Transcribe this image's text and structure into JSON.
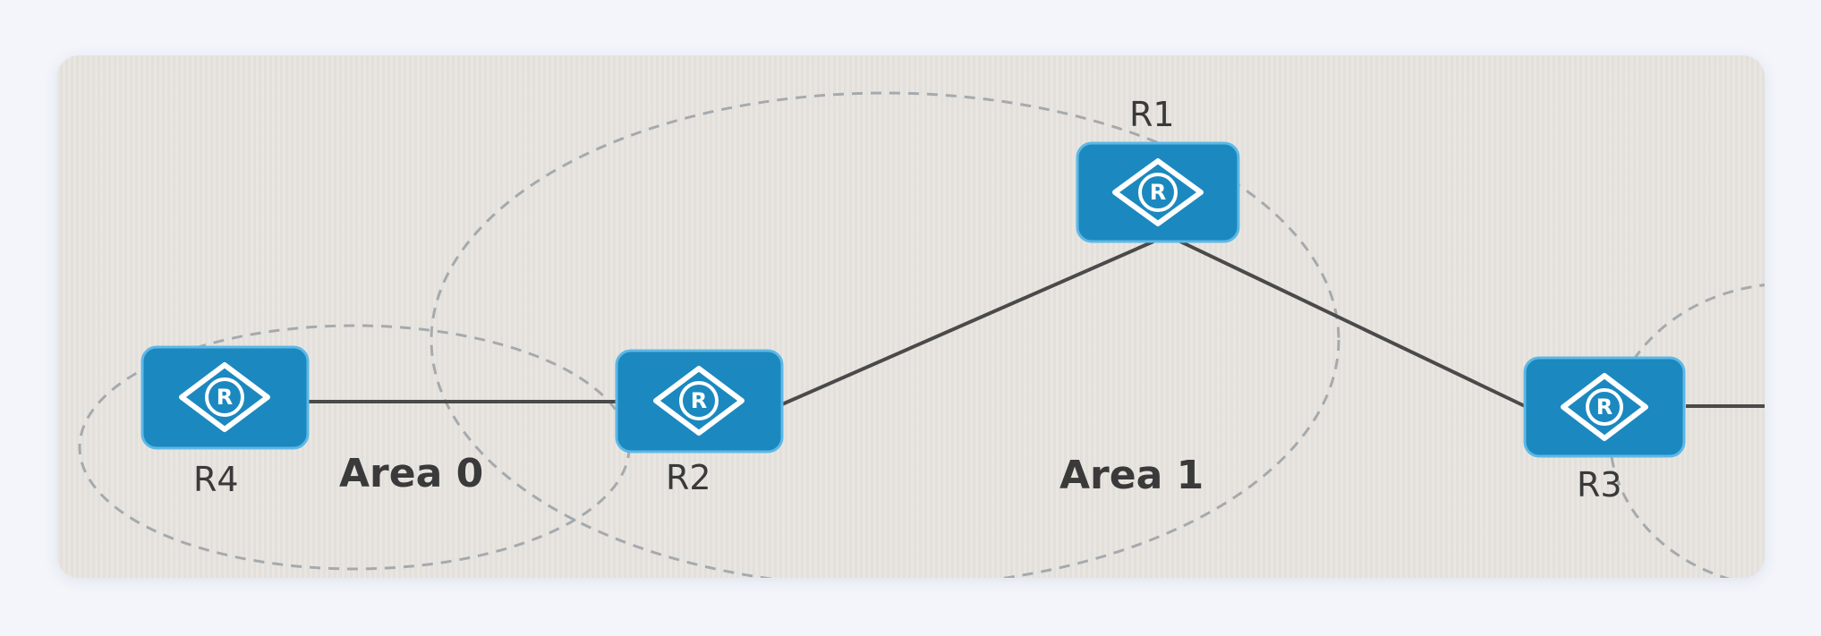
{
  "diagram": {
    "routers": [
      {
        "id": "R1",
        "label": "R1",
        "icon": "router-icon",
        "glyph": "R"
      },
      {
        "id": "R2",
        "label": "R2",
        "icon": "router-icon",
        "glyph": "R"
      },
      {
        "id": "R3",
        "label": "R3",
        "icon": "router-icon",
        "glyph": "R"
      },
      {
        "id": "R4",
        "label": "R4",
        "icon": "router-icon",
        "glyph": "R"
      }
    ],
    "areas": [
      {
        "id": "area-0",
        "label": "Area 0"
      },
      {
        "id": "area-1",
        "label": "Area 1"
      }
    ],
    "links": [
      {
        "from": "R4",
        "to": "R2"
      },
      {
        "from": "R2",
        "to": "R1"
      },
      {
        "from": "R1",
        "to": "R3"
      }
    ],
    "colors": {
      "router_fill": "#1b89bf",
      "router_border": "#5db8e6",
      "area_border": "#a5aaad",
      "link": "#4a4a4a"
    }
  }
}
